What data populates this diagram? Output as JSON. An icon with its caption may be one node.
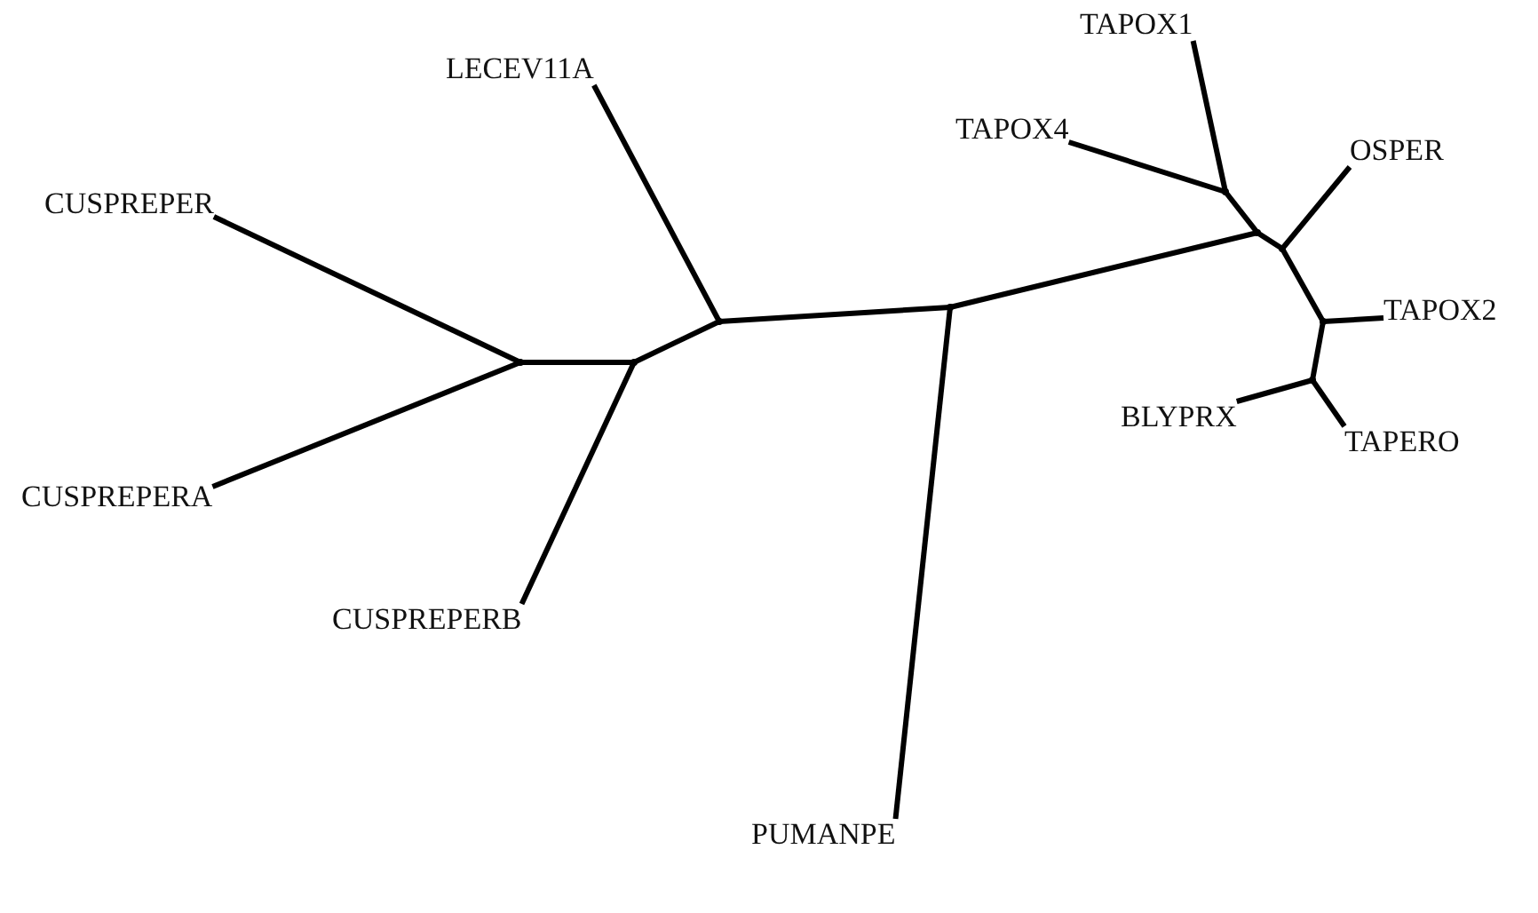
{
  "diagram": {
    "nodes": [
      {
        "text": [
          "TAPOX1"
        ]
      },
      {
        "text": [
          "LECEV11A"
        ]
      },
      {
        "text": [
          "TAPOX4"
        ]
      },
      {
        "text": [
          "OSPER"
        ]
      },
      {
        "text": [
          "CUSPREPER"
        ]
      },
      {
        "text": [
          "TAPOX2"
        ]
      },
      {
        "text": [
          "BLYPRX"
        ]
      },
      {
        "text": [
          "CUSPREPERA"
        ]
      },
      {
        "text": [
          "TAPERO"
        ]
      },
      {
        "text": [
          "CUSPREPERB"
        ]
      },
      {
        "text": [
          "PUMANPE"
        ]
      },
      {
        "text": [],
        "shape": "point"
      },
      {
        "text": [],
        "shape": "point"
      },
      {
        "text": [],
        "shape": "point"
      },
      {
        "text": [],
        "shape": "point"
      },
      {
        "text": [],
        "shape": "point"
      },
      {
        "text": [],
        "shape": "point"
      },
      {
        "text": [],
        "shape": "point"
      },
      {
        "text": [],
        "shape": "point"
      },
      {
        "text": [],
        "shape": "point"
      }
    ],
    "edges": [
      {
        "from": 11,
        "to": 4,
        "arrow": "none"
      },
      {
        "from": 11,
        "to": 7,
        "arrow": "none"
      },
      {
        "from": 11,
        "to": 12,
        "arrow": "none"
      },
      {
        "from": 12,
        "to": 9,
        "arrow": "none"
      },
      {
        "from": 12,
        "to": 13,
        "arrow": "none"
      },
      {
        "from": 13,
        "to": 1,
        "arrow": "none"
      },
      {
        "from": 13,
        "to": 14,
        "arrow": "none"
      },
      {
        "from": 14,
        "to": 10,
        "arrow": "none"
      },
      {
        "from": 14,
        "to": 15,
        "arrow": "none"
      },
      {
        "from": 15,
        "to": 16,
        "arrow": "none"
      },
      {
        "from": 16,
        "to": 0,
        "arrow": "none"
      },
      {
        "from": 16,
        "to": 2,
        "arrow": "none"
      },
      {
        "from": 15,
        "to": 17,
        "arrow": "none"
      },
      {
        "from": 17,
        "to": 3,
        "arrow": "none"
      },
      {
        "from": 17,
        "to": 18,
        "arrow": "none"
      },
      {
        "from": 18,
        "to": 5,
        "arrow": "none"
      },
      {
        "from": 18,
        "to": 19,
        "arrow": "none"
      },
      {
        "from": 19,
        "to": 6,
        "arrow": "none"
      },
      {
        "from": 19,
        "to": 8,
        "arrow": "none"
      }
    ]
  }
}
